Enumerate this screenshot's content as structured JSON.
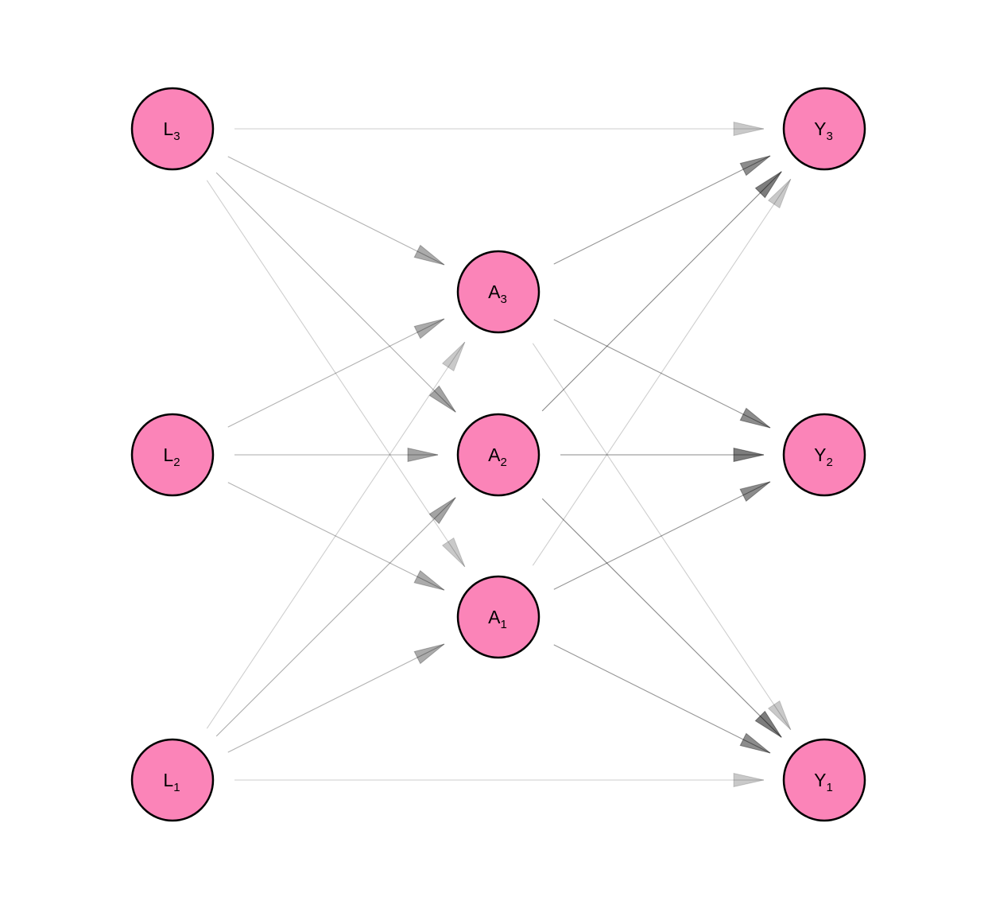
{
  "colors": {
    "node_fill": "#fb84b8",
    "node_stroke": "#000000",
    "edge": "#000000",
    "background": "#ffffff"
  },
  "nodes": [
    {
      "id": "L3",
      "letter": "L",
      "index": "3"
    },
    {
      "id": "L2",
      "letter": "L",
      "index": "2"
    },
    {
      "id": "L1",
      "letter": "L",
      "index": "1"
    },
    {
      "id": "A3",
      "letter": "A",
      "index": "3"
    },
    {
      "id": "A2",
      "letter": "A",
      "index": "2"
    },
    {
      "id": "A1",
      "letter": "A",
      "index": "1"
    },
    {
      "id": "Y3",
      "letter": "Y",
      "index": "3"
    },
    {
      "id": "Y2",
      "letter": "Y",
      "index": "2"
    },
    {
      "id": "Y1",
      "letter": "Y",
      "index": "1"
    }
  ],
  "edges": [
    {
      "from": "L3",
      "to": "Y3",
      "strength": 0.35
    },
    {
      "from": "L3",
      "to": "A3",
      "strength": 0.55
    },
    {
      "from": "L3",
      "to": "A2",
      "strength": 0.6
    },
    {
      "from": "L3",
      "to": "A1",
      "strength": 0.35
    },
    {
      "from": "L2",
      "to": "A3",
      "strength": 0.55
    },
    {
      "from": "L2",
      "to": "A2",
      "strength": 0.6
    },
    {
      "from": "L2",
      "to": "A1",
      "strength": 0.55
    },
    {
      "from": "L1",
      "to": "A3",
      "strength": 0.35
    },
    {
      "from": "L1",
      "to": "A2",
      "strength": 0.6
    },
    {
      "from": "L1",
      "to": "A1",
      "strength": 0.55
    },
    {
      "from": "L1",
      "to": "Y1",
      "strength": 0.35
    },
    {
      "from": "A3",
      "to": "Y3",
      "strength": 0.75
    },
    {
      "from": "A3",
      "to": "Y2",
      "strength": 0.75
    },
    {
      "from": "A3",
      "to": "Y1",
      "strength": 0.35
    },
    {
      "from": "A2",
      "to": "Y3",
      "strength": 0.85
    },
    {
      "from": "A2",
      "to": "Y2",
      "strength": 0.85
    },
    {
      "from": "A2",
      "to": "Y1",
      "strength": 0.85
    },
    {
      "from": "A1",
      "to": "Y3",
      "strength": 0.35
    },
    {
      "from": "A1",
      "to": "Y2",
      "strength": 0.75
    },
    {
      "from": "A1",
      "to": "Y1",
      "strength": 0.75
    }
  ]
}
